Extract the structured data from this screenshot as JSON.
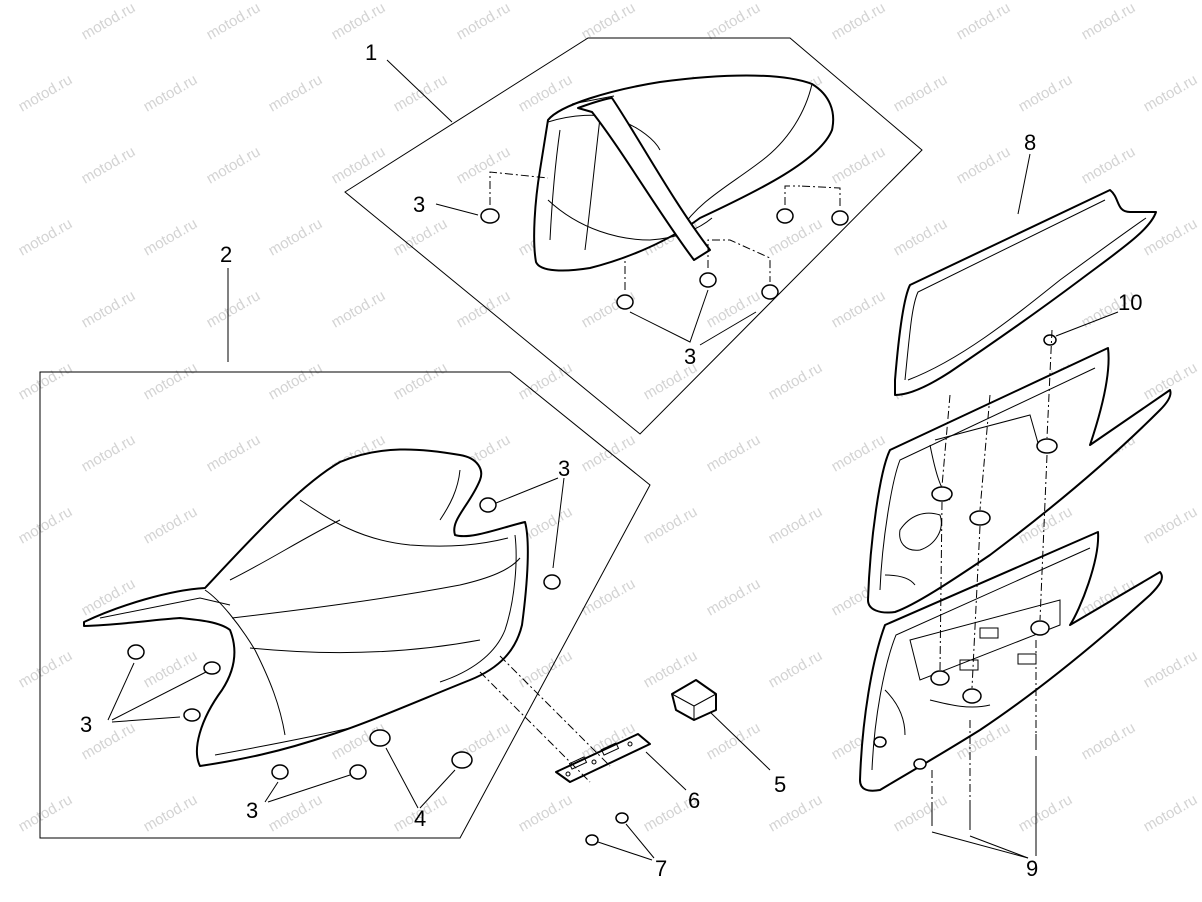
{
  "watermark": {
    "text": "motod.ru",
    "color": "#d3d3d3"
  },
  "callouts": [
    {
      "id": "c1a",
      "number": "1"
    },
    {
      "id": "c2a",
      "number": "2"
    },
    {
      "id": "c3a",
      "number": "3"
    },
    {
      "id": "c3b",
      "number": "3"
    },
    {
      "id": "c3c",
      "number": "3"
    },
    {
      "id": "c3d",
      "number": "3"
    },
    {
      "id": "c3e",
      "number": "3"
    },
    {
      "id": "c4a",
      "number": "4"
    },
    {
      "id": "c5a",
      "number": "5"
    },
    {
      "id": "c6a",
      "number": "6"
    },
    {
      "id": "c7a",
      "number": "7"
    },
    {
      "id": "c8a",
      "number": "8"
    },
    {
      "id": "c9a",
      "number": "9"
    },
    {
      "id": "c10a",
      "number": "10"
    }
  ]
}
